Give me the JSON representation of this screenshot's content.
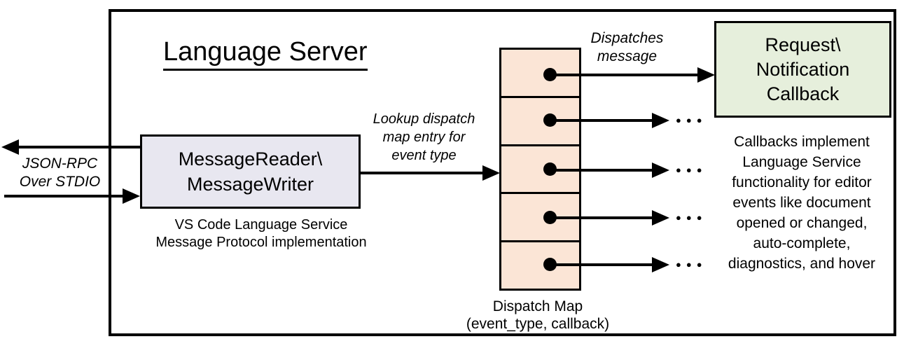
{
  "title": "Language Server",
  "stdio_label": "JSON-RPC\nOver STDIO",
  "reader_writer": {
    "label": "MessageReader\\\nMessageWriter",
    "caption": "VS Code Language Service\nMessage Protocol implementation"
  },
  "lookup_label": "Lookup dispatch\nmap entry for\nevent type",
  "dispatches_label": "Dispatches\nmessage",
  "dispatch_map": {
    "caption": "Dispatch Map\n(event_type, callback)",
    "row_count": 5
  },
  "callback_box_label": "Request\\\nNotification\nCallback",
  "callbacks_note": "Callbacks implement\nLanguage Service\nfunctionality for editor\nevents like document\nopened or changed,\nauto-complete,\ndiagnostics, and hover",
  "ellipsis": "●●●",
  "colors": {
    "outline": "#000000",
    "dispatch_map_fill": "#FBE5D6",
    "reader_writer_fill": "#E8E7F0",
    "callback_fill": "#E6EFDC",
    "background": "#FFFFFF"
  }
}
